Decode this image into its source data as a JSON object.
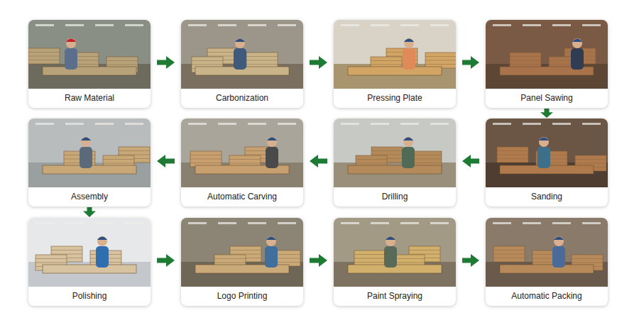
{
  "diagram": {
    "nodes": [
      {
        "text": [
          "Raw Material"
        ]
      },
      {
        "text": [
          "Carbonization"
        ]
      },
      {
        "text": [
          "Pressing Plate"
        ]
      },
      {
        "text": [
          "Panel Sawing"
        ]
      },
      {
        "text": [
          "Sanding"
        ]
      },
      {
        "text": [
          "Drilling"
        ]
      },
      {
        "text": [
          "Automatic Carving"
        ]
      },
      {
        "text": [
          "Assembly"
        ]
      },
      {
        "text": [
          "Polishing"
        ]
      },
      {
        "text": [
          "Logo Printing"
        ]
      },
      {
        "text": [
          "Paint Spraying"
        ]
      },
      {
        "text": [
          "Automatic Packing"
        ]
      }
    ],
    "edges": [
      {
        "from": 0,
        "to": 1,
        "arrow": "to"
      },
      {
        "from": 1,
        "to": 2,
        "arrow": "to"
      },
      {
        "from": 2,
        "to": 3,
        "arrow": "to"
      },
      {
        "from": 3,
        "to": 4,
        "arrow": "to"
      },
      {
        "from": 4,
        "to": 5,
        "arrow": "to"
      },
      {
        "from": 5,
        "to": 6,
        "arrow": "to"
      },
      {
        "from": 6,
        "to": 7,
        "arrow": "to"
      },
      {
        "from": 7,
        "to": 8,
        "arrow": "to"
      },
      {
        "from": 8,
        "to": 9,
        "arrow": "to"
      },
      {
        "from": 9,
        "to": 10,
        "arrow": "to"
      },
      {
        "from": 10,
        "to": 11,
        "arrow": "to"
      }
    ]
  }
}
